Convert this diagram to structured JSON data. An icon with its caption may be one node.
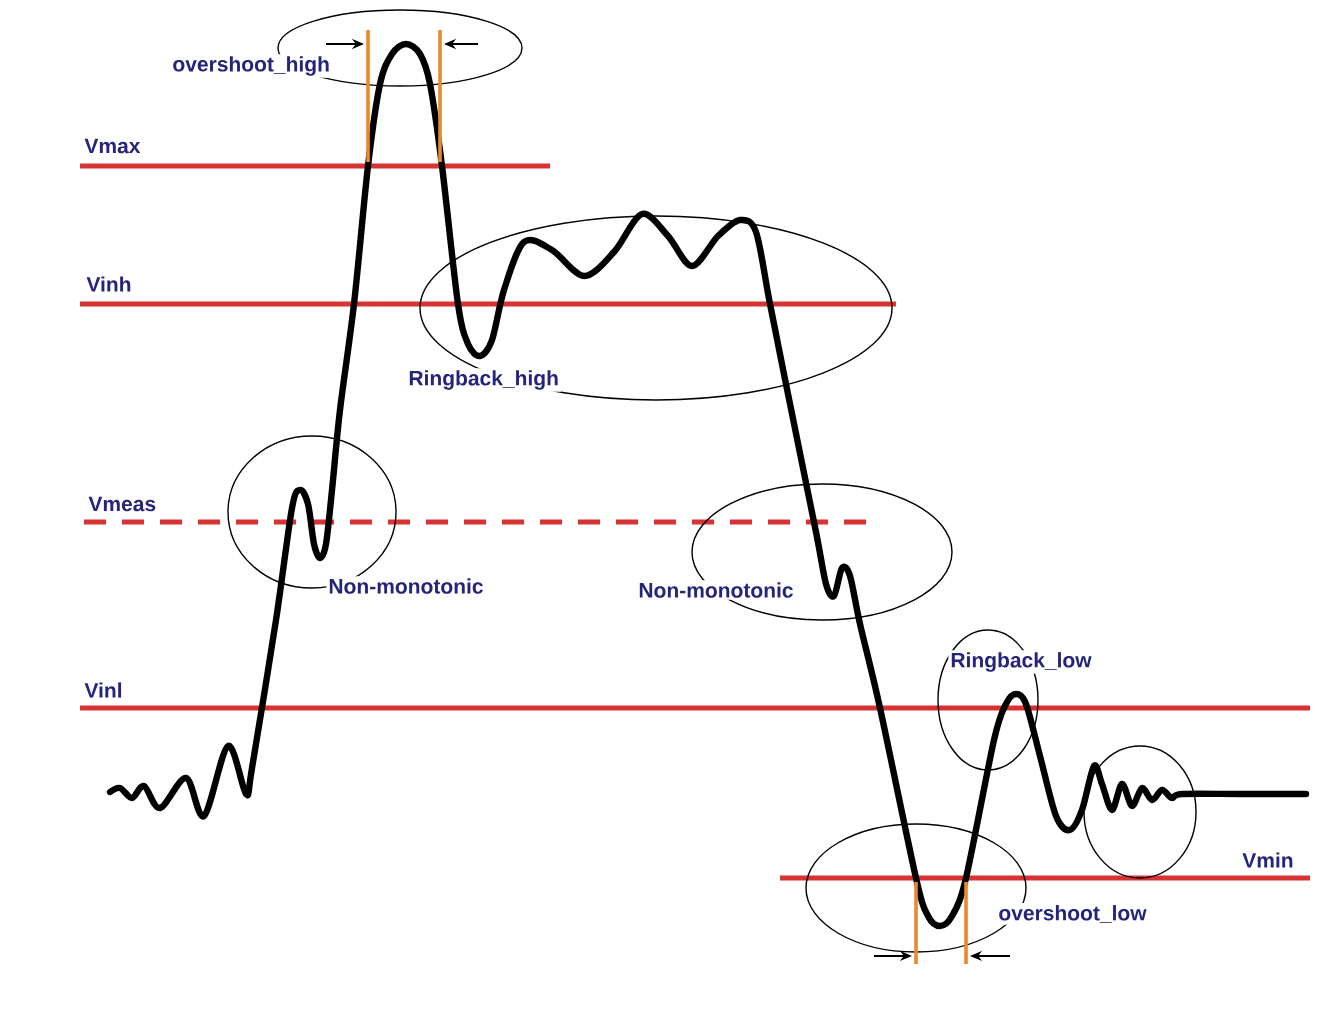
{
  "diagram": {
    "labels": [
      "overshoot_high",
      "Vmax",
      "Vinh",
      "Ringback_high",
      "Vmeas",
      "Non-monotonic",
      "Non-monotonic",
      "Vinl",
      "Ringback_low",
      "Vmin",
      "overshoot_low"
    ]
  }
}
